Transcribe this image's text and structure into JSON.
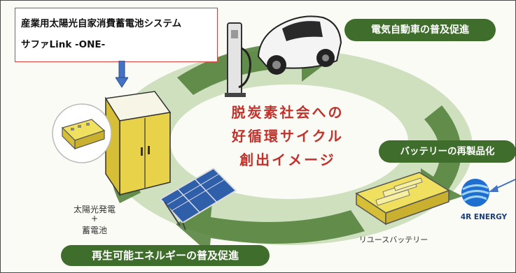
{
  "title_box": {
    "line1": "産業用太陽光自家消費蓄電池システム",
    "line2": "サファLink -ONE-"
  },
  "center": {
    "line1": "脱炭素社会への",
    "line2": "好循環サイクル",
    "line3": "創出イメージ"
  },
  "pills": {
    "ev": "電気自動車の普及促進",
    "battery": "バッテリーの再製品化",
    "renewable": "再生可能エネルギーの普及促進"
  },
  "labels": {
    "solar_line1": "太陽光発電",
    "solar_plus": "+",
    "solar_line2": "蓄電池",
    "reuse_battery": "リユースバッテリー",
    "company": "4R ENERGY"
  },
  "colors": {
    "pill_green": "#3f6e2c",
    "cycle_green": "#c2d8b0",
    "arrow_green": "#3f6e2c",
    "center_red": "#c0322b",
    "title_border": "#d84040",
    "pointer_blue": "#4472c4",
    "battery_yellow": "#f0e060"
  },
  "icons": [
    "down-arrow-icon",
    "pointer-arrow-icon",
    "ev-charger-icon",
    "car-icon",
    "battery-cabinet-icon",
    "solar-panel-icon",
    "reuse-battery-icon",
    "company-logo-icon"
  ]
}
